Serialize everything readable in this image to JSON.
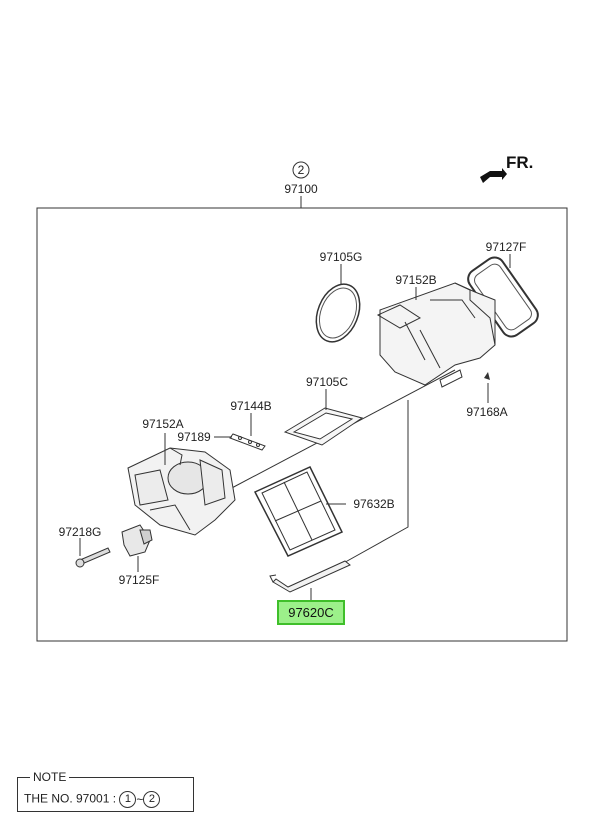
{
  "header": {
    "circle_num": "2",
    "assembly_part": "97100",
    "fr_label": "FR."
  },
  "parts": {
    "p97105G": "97105G",
    "p97127F": "97127F",
    "p97152B": "97152B",
    "p97105C": "97105C",
    "p97168A": "97168A",
    "p97144B": "97144B",
    "p97152A": "97152A",
    "p97189": "97189",
    "p97632B": "97632B",
    "p97218G": "97218G",
    "p97125F": "97125F",
    "p97620C": "97620C"
  },
  "note": {
    "title": "NOTE",
    "text": "THE NO. 97001 :",
    "from": "1",
    "tilde": "~",
    "to": "2"
  },
  "colors": {
    "highlight_fill": "#9cf08a",
    "highlight_border": "#3fbf2a",
    "line": "#333333"
  }
}
